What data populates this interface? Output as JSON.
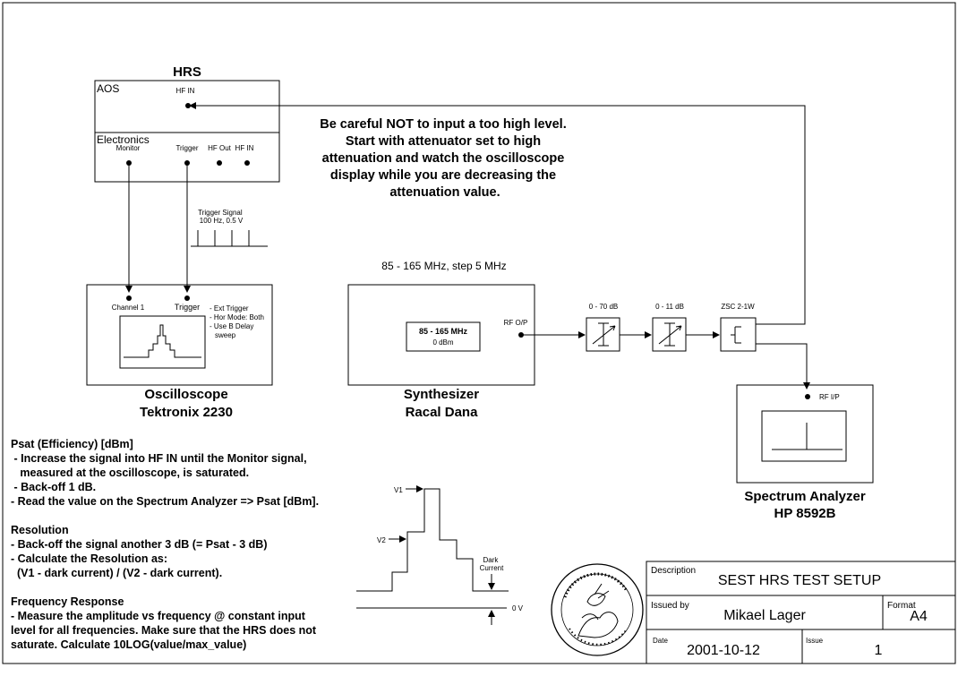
{
  "hrs": {
    "title": "HRS",
    "aos_label": "AOS",
    "hf_in_top": "HF IN",
    "electronics_label": "Electronics",
    "monitor": "Monitor",
    "trigger": "Trigger",
    "hf_out": "HF Out",
    "hf_in": "HF IN"
  },
  "warning": [
    "Be careful NOT to input a too high level.",
    "Start with attenuator set to high",
    "attenuation and watch the oscilloscope",
    "display while you are decreasing the",
    "attenuation value."
  ],
  "trigger_signal": [
    "Trigger Signal",
    "100 Hz, 0.5 V"
  ],
  "oscilloscope": {
    "channel1": "Channel 1",
    "trigger": "Trigger",
    "settings": [
      "- Ext Trigger",
      "- Hor Mode: Both",
      "- Use B Delay",
      "sweep"
    ],
    "name": "Oscilloscope",
    "model": "Tektronix 2230"
  },
  "synthesizer": {
    "range_label": "85 - 165 MHz, step 5 MHz",
    "display_freq": "85 - 165 MHz",
    "display_level": "0 dBm",
    "rf_out": "RF O/P",
    "name": "Synthesizer",
    "model": "Racal Dana"
  },
  "attenuators": {
    "att1": "0 - 70 dB",
    "att2": "0 - 11 dB",
    "splitter": "ZSC 2-1W"
  },
  "spectrum_analyzer": {
    "rf_in": "RF I/P",
    "name": "Spectrum Analyzer",
    "model": "HP 8592B"
  },
  "instructions": {
    "psat_title": "Psat (Efficiency) [dBm]",
    "psat_lines": [
      " - Increase the signal into HF IN until the Monitor signal,",
      "   measured at the oscilloscope, is saturated.",
      " - Back-off 1 dB.",
      "- Read the value on the Spectrum Analyzer => Psat [dBm]."
    ],
    "resolution_title": "Resolution",
    "resolution_lines": [
      "- Back-off the signal another 3 dB (= Psat - 3 dB)",
      "- Calculate the Resolution as:",
      "  (V1 - dark current) / (V2 - dark current)."
    ],
    "freq_title": "Frequency Response",
    "freq_lines": [
      "- Measure the amplitude vs frequency @ constant input",
      "level for all frequencies. Make sure that the HRS does not",
      "saturate. Calculate 10LOG(value/max_value)"
    ]
  },
  "waveform": {
    "v1": "V1",
    "v2": "V2",
    "dark_current": [
      "Dark",
      "Current"
    ],
    "zero": "0 V"
  },
  "title_block": {
    "description_label": "Description",
    "description": "SEST HRS TEST SETUP",
    "issued_by_label": "Issued by",
    "issued_by": "Mikael Lager",
    "format_label": "Format",
    "format": "A4",
    "date_label": "Date",
    "date": "2001-10-12",
    "issue_label": "Issue",
    "issue": "1"
  },
  "colors": {
    "ink": "#000000",
    "paper": "#ffffff"
  }
}
